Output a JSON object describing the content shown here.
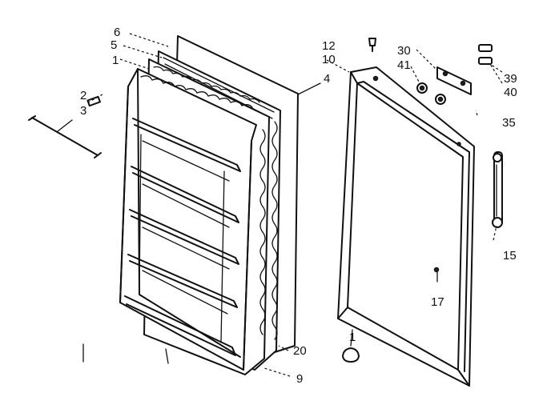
{
  "diagram": {
    "callouts": {
      "c6": "6",
      "c5": "5",
      "c1a": "1",
      "c2": "2",
      "c3": "3",
      "c12": "12",
      "c10": "10",
      "c4": "4",
      "c30": "30",
      "c41": "41",
      "c39": "39",
      "c40": "40",
      "c35": "35",
      "c15": "15",
      "c17": "17",
      "c1b": "1",
      "c20": "20",
      "c9": "9"
    }
  }
}
